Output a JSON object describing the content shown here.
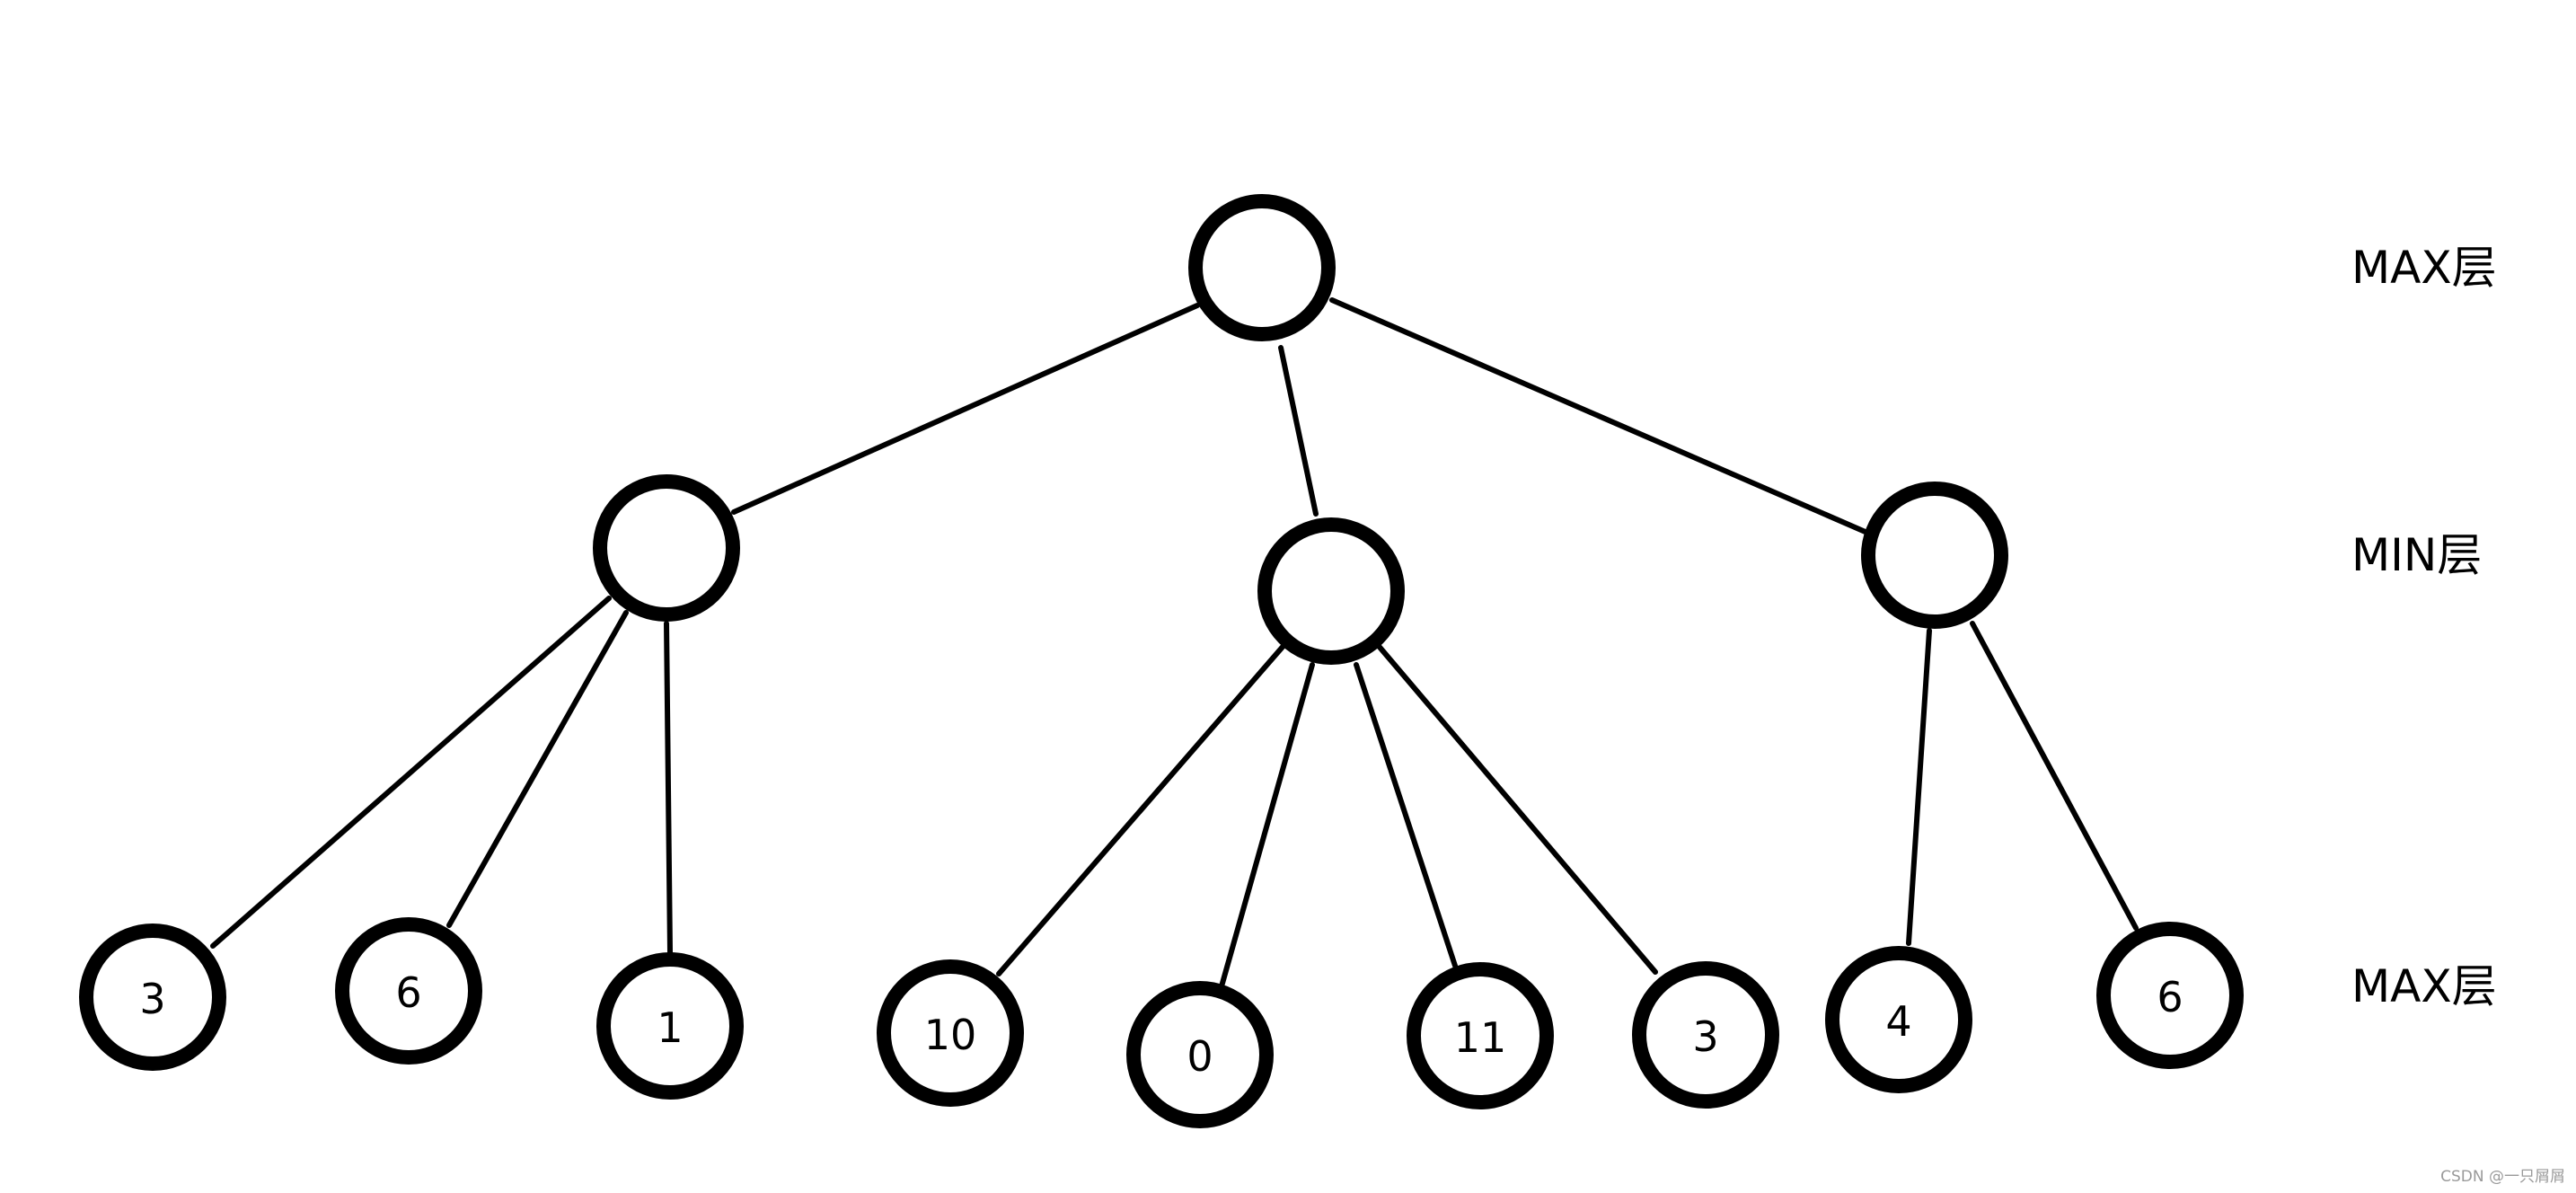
{
  "colors": {
    "stroke": "#000000",
    "background": "#ffffff",
    "watermark": "#9a9a9a"
  },
  "level_labels": [
    "MAX层",
    "MIN层",
    "MAX层"
  ],
  "tree": {
    "root": {
      "value": ""
    },
    "min_nodes": [
      {
        "value": "",
        "children": [
          "3",
          "6",
          "1"
        ]
      },
      {
        "value": "",
        "children": [
          "10",
          "0",
          "11",
          "3"
        ]
      },
      {
        "value": "",
        "children": [
          "4",
          "6"
        ]
      }
    ]
  },
  "watermark": "CSDN @一只屑屑"
}
